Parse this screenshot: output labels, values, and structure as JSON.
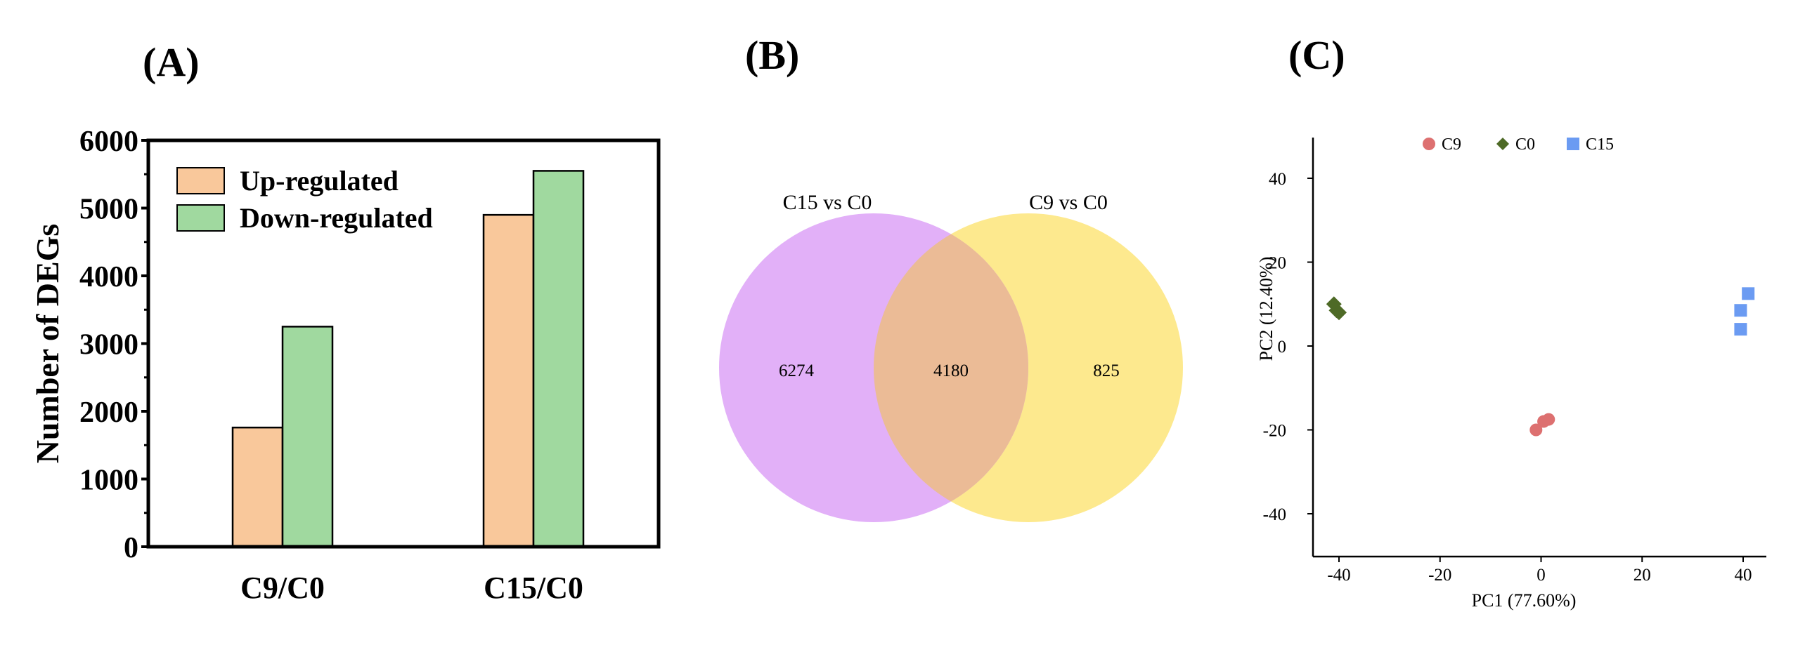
{
  "panels": {
    "a": {
      "label": "(A)"
    },
    "b": {
      "label": "(B)"
    },
    "c": {
      "label": "(C)"
    }
  },
  "chart_data": [
    {
      "type": "bar",
      "categories": [
        "C9/C0",
        "C15/C0"
      ],
      "series": [
        {
          "name": "Up-regulated",
          "values": [
            1760,
            4900
          ],
          "color": "#f9c89b"
        },
        {
          "name": "Down-regulated",
          "values": [
            3250,
            5550
          ],
          "color": "#a0d99f"
        }
      ],
      "ylabel": "Number of DEGs",
      "ylim": [
        0,
        6000
      ],
      "yticks": [
        0,
        1000,
        2000,
        3000,
        4000,
        5000,
        6000
      ],
      "legend": "top-left"
    },
    {
      "type": "venn",
      "sets": [
        {
          "name": "C15 vs C0",
          "only": "6274",
          "color": "#e2b0f8"
        },
        {
          "name": "C9 vs C0",
          "only": "825",
          "color": "#fde98e"
        }
      ],
      "intersection": "4180",
      "intersection_color": "#ebbb96"
    },
    {
      "type": "scatter",
      "xlabel": "PC1 (77.60%)",
      "ylabel": "PC2 (12.40%)",
      "xlim": [
        -45,
        45
      ],
      "ylim": [
        -50,
        50
      ],
      "xticks": [
        -40,
        -20,
        0,
        20,
        40
      ],
      "yticks": [
        -40,
        -20,
        0,
        20,
        40
      ],
      "legend": "top-center",
      "series": [
        {
          "name": "C9",
          "marker": "circle",
          "color": "#dd7070",
          "points": [
            [
              -1,
              -20
            ],
            [
              0.5,
              -18
            ],
            [
              1.5,
              -17.5
            ]
          ]
        },
        {
          "name": "C0",
          "marker": "diamond",
          "color": "#4e6a26",
          "points": [
            [
              -41,
              10
            ],
            [
              -40.5,
              8.5
            ],
            [
              -40,
              8
            ]
          ]
        },
        {
          "name": "C15",
          "marker": "square",
          "color": "#6b9bf2",
          "points": [
            [
              41,
              12.5
            ],
            [
              39.5,
              8.5
            ],
            [
              39.5,
              4
            ]
          ]
        }
      ]
    }
  ]
}
